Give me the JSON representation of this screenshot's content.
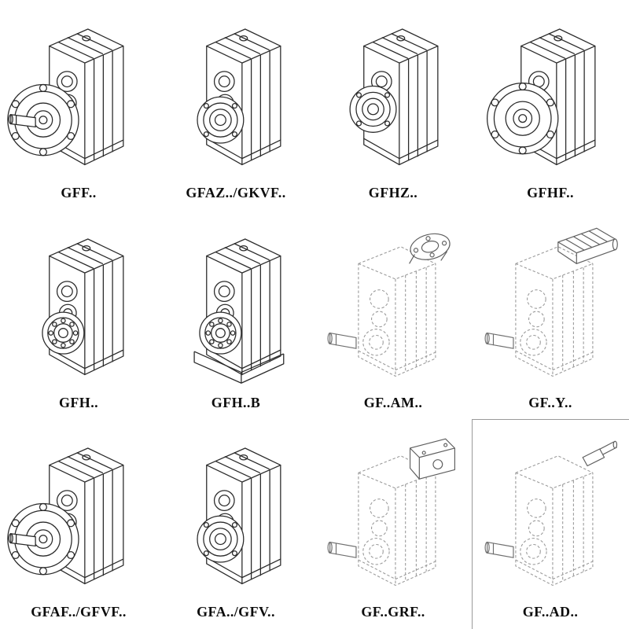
{
  "page": {
    "title": "Gear reducer model overview",
    "background": "#ffffff"
  },
  "colors": {
    "solid_line": "#2b2b2b",
    "dashed_line": "#9a9a9a",
    "label_text": "#0d0d0d"
  },
  "catalog": {
    "rows": 3,
    "cols": 4,
    "items": [
      {
        "label": "GFF..",
        "drawing": "housing-with-output-flange-and-shaft",
        "line_style": "solid"
      },
      {
        "label": "GFAZ../GKVF..",
        "drawing": "housing-with-hollow-shaft-rings",
        "line_style": "solid"
      },
      {
        "label": "GFHZ..",
        "drawing": "housing-with-hollow-shaft-rings",
        "line_style": "solid"
      },
      {
        "label": "GFHF..",
        "drawing": "housing-with-output-flange",
        "line_style": "solid"
      },
      {
        "label": "GFH..",
        "drawing": "housing-with-bearing-rings",
        "line_style": "solid"
      },
      {
        "label": "GFH..B",
        "drawing": "housing-with-bearing-rings-foot-mount",
        "line_style": "solid"
      },
      {
        "label": "GF..AM..",
        "drawing": "housing-with-input-flange-adapter",
        "line_style": "dashed"
      },
      {
        "label": "GF..Y..",
        "drawing": "housing-with-mounted-motor",
        "line_style": "dashed"
      },
      {
        "label": "GFAF../GFVF..",
        "drawing": "housing-with-output-flange-and-shaft",
        "line_style": "solid"
      },
      {
        "label": "GFA../GFV..",
        "drawing": "housing-with-hollow-shaft-rings",
        "line_style": "solid"
      },
      {
        "label": "GF..GRF..",
        "drawing": "housing-with-input-adapter-box",
        "line_style": "dashed"
      },
      {
        "label": "GF..AD..",
        "drawing": "housing-with-free-input-shaft",
        "line_style": "dashed"
      }
    ]
  }
}
